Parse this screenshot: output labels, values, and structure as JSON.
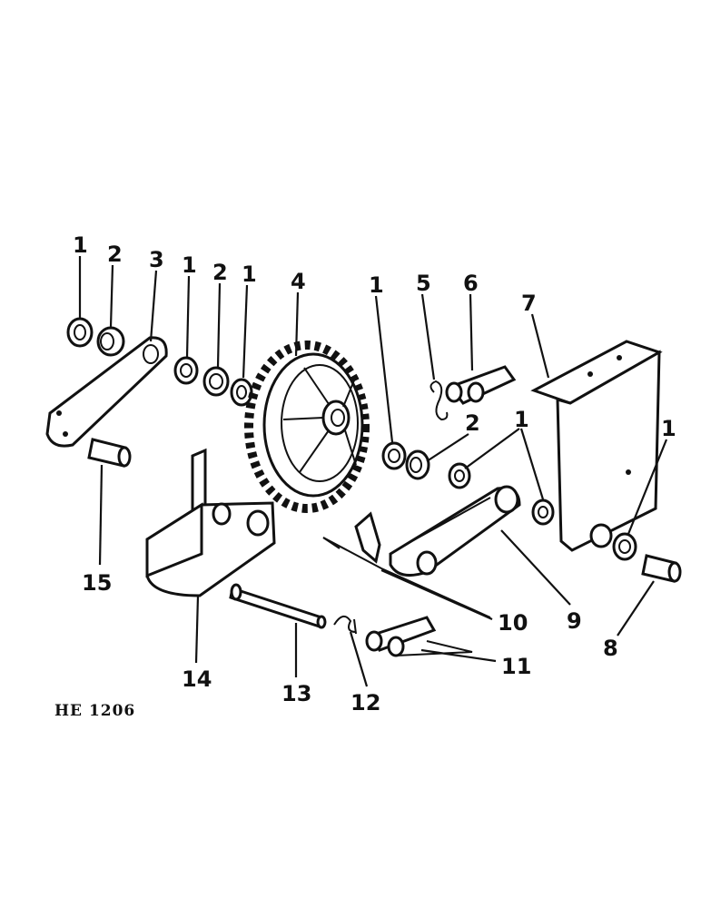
{
  "diagram": {
    "drawing_code": "HE 1206",
    "callouts": [
      "1",
      "2",
      "3",
      "1",
      "2",
      "1",
      "4",
      "1",
      "5",
      "6",
      "7",
      "2",
      "1",
      "1",
      "15",
      "14",
      "13",
      "12",
      "11",
      "10",
      "9",
      "8"
    ]
  }
}
